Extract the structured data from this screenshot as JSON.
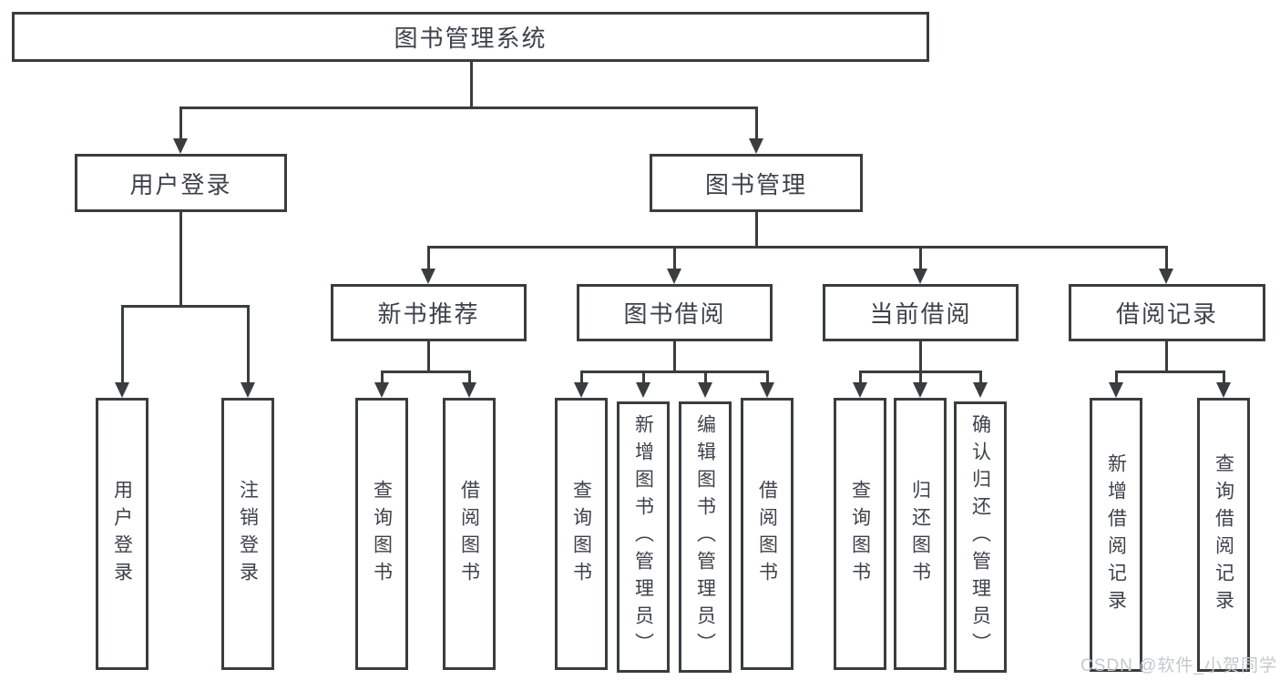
{
  "diagram": {
    "title": "图书管理系统",
    "nodes": {
      "root": "图书管理系统",
      "user_login": "用户登录",
      "book_mgmt": "图书管理",
      "new_book": "新书推荐",
      "book_borrow": "图书借阅",
      "current_borrow": "当前借阅",
      "borrow_record": "借阅记录"
    },
    "leaves": {
      "user_login_1": "用户登录",
      "user_login_2": "注销登录",
      "new_book_1": "查询图书",
      "new_book_2": "借阅图书",
      "book_borrow_1": "查询图书",
      "book_borrow_2": "新增图书（管理员）",
      "book_borrow_3": "编辑图书（管理员）",
      "book_borrow_4": "借阅图书",
      "current_borrow_1": "查询图书",
      "current_borrow_2": "归还图书",
      "current_borrow_3": "确认归还（管理员）",
      "borrow_record_1": "新增借阅记录",
      "borrow_record_2": "查询借阅记录"
    }
  },
  "watermark": "CSDN @软件_小贺同学",
  "colors": {
    "line": "#3a3d40",
    "text": "#3d424a",
    "background": "#ffffff",
    "watermark": "#c5c7c9"
  }
}
